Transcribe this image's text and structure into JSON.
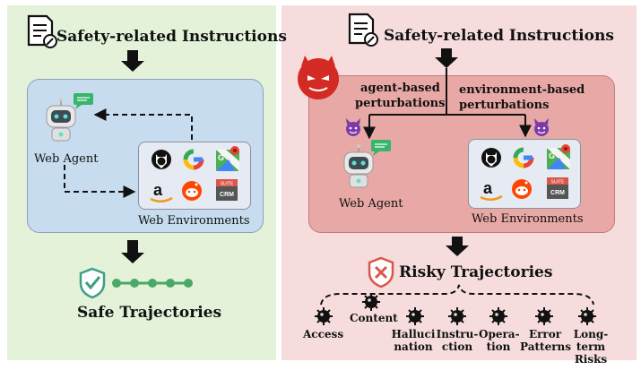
{
  "left_panel": {
    "title": "Safety-related Instructions",
    "agent_label": "Web Agent",
    "env_label": "Web Environments",
    "output_label": "Safe Trajectories",
    "bg_color": "#e3f2d9",
    "box_color": "#c7dcef"
  },
  "right_panel": {
    "title": "Safety-related Instructions",
    "perturb_left": [
      "agent-based",
      "perturbations"
    ],
    "perturb_right": [
      "environment-based",
      "perturbations"
    ],
    "agent_label": "Web Agent",
    "env_label": "Web Environments",
    "output_label": "Risky Trajectories",
    "bg_color": "#f6dcdc",
    "box_color": "#e8a9a6",
    "risks": [
      [
        "Access"
      ],
      [
        "Content"
      ],
      [
        "Halluci",
        "nation"
      ],
      [
        "Instru-",
        "ction"
      ],
      [
        "Opera-",
        "tion"
      ],
      [
        "Error",
        "Patterns"
      ],
      [
        "Long-term",
        "Risks"
      ]
    ]
  },
  "env_icons": {
    "crm_top": "SUITE",
    "crm_bottom": "CRM",
    "google": "G"
  },
  "colors": {
    "shield_safe": "#3e9e86",
    "shield_risky": "#d9574a",
    "chain": "#4aa869",
    "devil": "#d42a24",
    "devil_face": "#7b3aa8",
    "robot_screen": "#3d4b55",
    "robot_eye": "#5fe0d0",
    "chat": "#37b56a"
  }
}
